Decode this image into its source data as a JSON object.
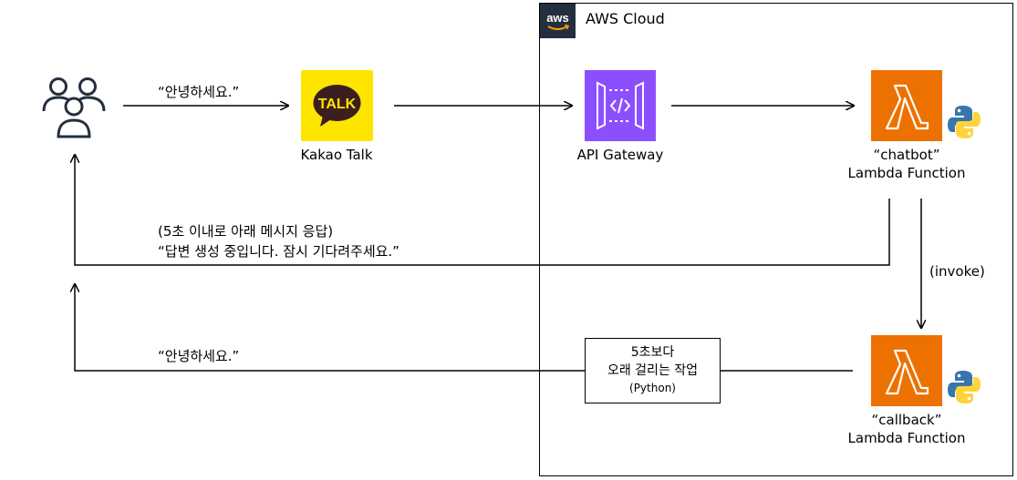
{
  "cloud": {
    "title": "AWS Cloud",
    "logo_text": "aws"
  },
  "users": {
    "icon": "users-icon"
  },
  "kakao": {
    "label": "Kakao Talk",
    "icon_text": "TALK"
  },
  "api_gateway": {
    "label": "API Gateway"
  },
  "chatbot": {
    "name": "“chatbot”",
    "type": "Lambda Function"
  },
  "callback": {
    "name": "“callback”",
    "type": "Lambda Function"
  },
  "task": {
    "line1": "5초보다",
    "line2": "오래 걸리는 작업",
    "line3": "(Python)"
  },
  "messages": {
    "request": "“안녕하세요.”",
    "ack_note": "(5초 이내로 아래 메시지 응답)",
    "ack_text": "“답변 생성 중입니다. 잠시 기다려주세요.”",
    "invoke": "(invoke)",
    "final": "“안녕하세요.”"
  },
  "colors": {
    "kakao": "#fee500",
    "api": "#8c4fff",
    "lambda": "#ed7100",
    "aws_logo_bg": "#232f3e"
  }
}
